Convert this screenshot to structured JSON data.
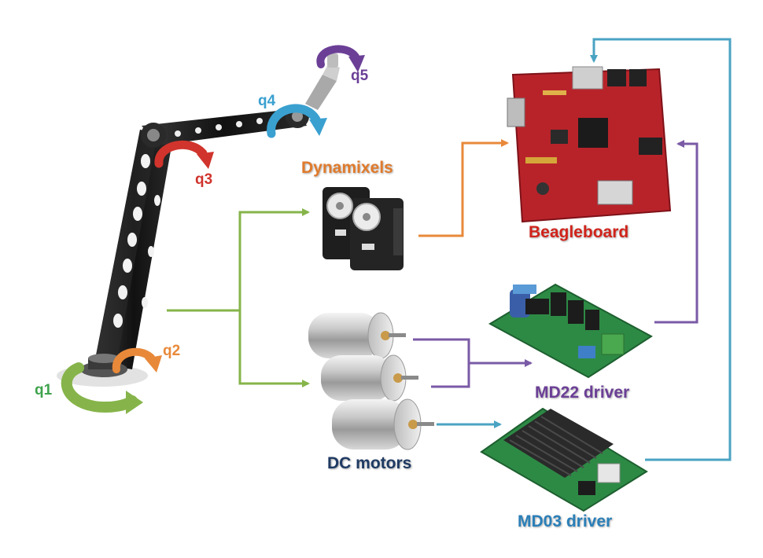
{
  "colors": {
    "green": "#86b44a",
    "orange": "#e8893a",
    "purple": "#7a5aa6",
    "blue": "#4aa3c3",
    "red": "#d0342c",
    "board_red": "#b8232a",
    "pcb_green": "#2d8a45",
    "dark_text": "#1f3a63"
  },
  "joints": [
    {
      "id": "q1",
      "label": "q1",
      "color": "#3fa34d"
    },
    {
      "id": "q2",
      "label": "q2",
      "color": "#e8893a"
    },
    {
      "id": "q3",
      "label": "q3",
      "color": "#d0342c"
    },
    {
      "id": "q4",
      "label": "q4",
      "color": "#3aa0d0"
    },
    {
      "id": "q5",
      "label": "q5",
      "color": "#6b3f96"
    }
  ],
  "components": {
    "dynamixels": {
      "label": "Dynamixels",
      "color": "#e07b2c"
    },
    "dc_motors": {
      "label": "DC motors",
      "color": "#1f3a63"
    },
    "beagleboard": {
      "label": "Beagleboard",
      "color": "#d0241b"
    },
    "md22": {
      "label": "MD22 driver",
      "color": "#6b3f96"
    },
    "md03": {
      "label": "MD03 driver",
      "color": "#2a7fb8"
    }
  }
}
